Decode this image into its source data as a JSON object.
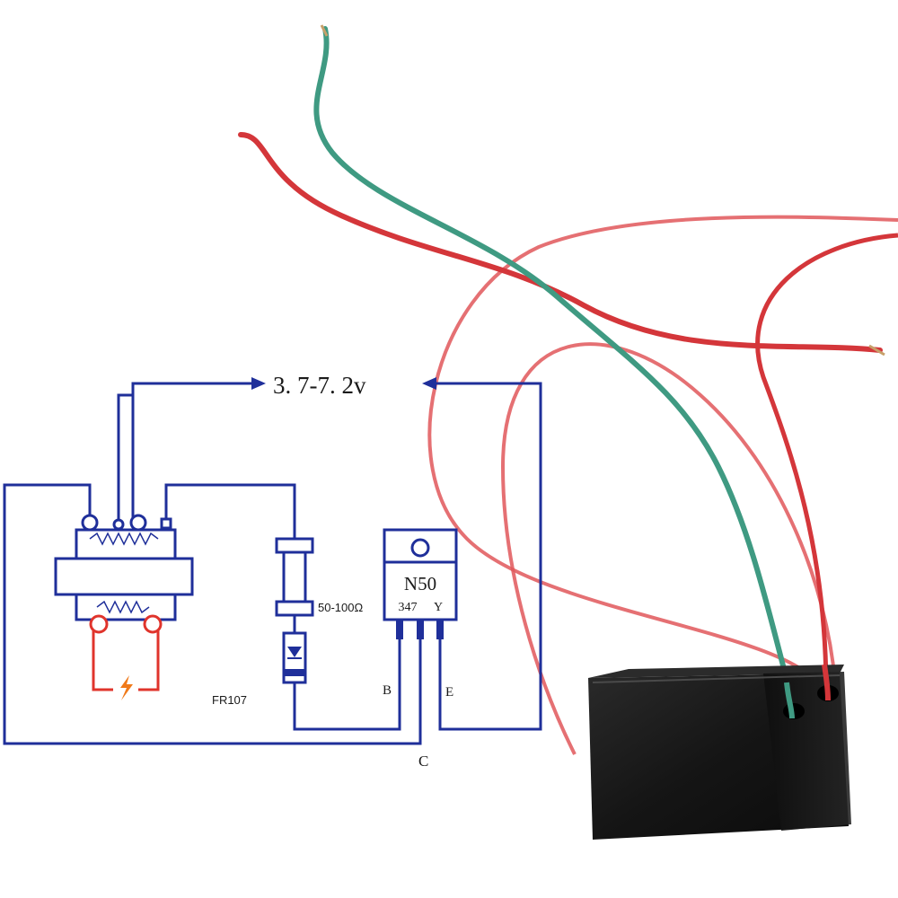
{
  "circuit": {
    "supply_label": "3. 7-7. 2v",
    "resistor_label": "50-100Ω",
    "diode_label": "FR107",
    "transistor": {
      "line1": "N50",
      "line2_a": "347",
      "line2_b": "Y"
    },
    "pin_b": "B",
    "pin_e": "E",
    "pin_c": "C"
  },
  "colors": {
    "schematic_blue": "#1f2f9a",
    "wire_red": "#d4363a",
    "wire_green": "#3f9a82",
    "module_black": "#141414",
    "spark_orange": "#f07a1a"
  },
  "objects": {
    "wires": [
      "green-lead",
      "red-lead",
      "red-lead"
    ],
    "module": "high-voltage-module"
  }
}
